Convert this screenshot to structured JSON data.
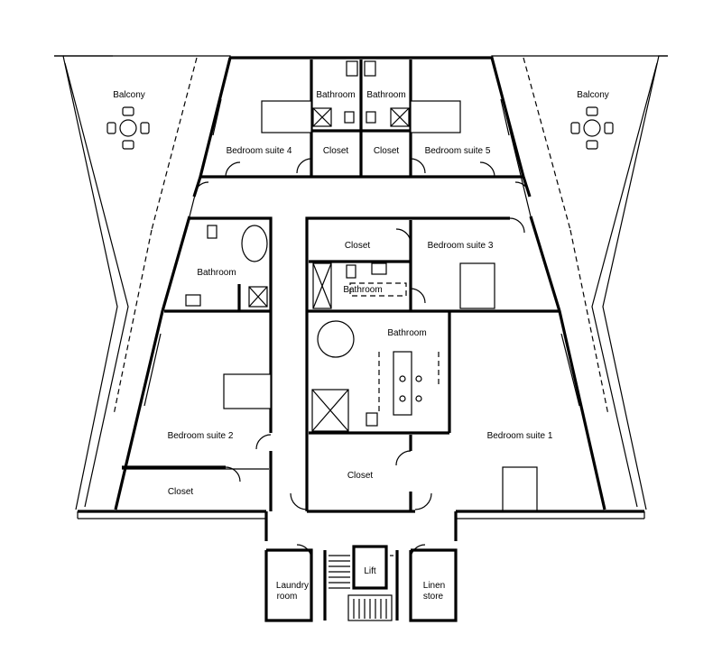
{
  "rooms": {
    "balcony_left": "Balcony",
    "balcony_right": "Balcony",
    "bedroom_suite_4": "Bedroom suite 4",
    "bedroom_suite_5": "Bedroom suite 5",
    "bathroom_4": "Bathroom",
    "bathroom_5": "Bathroom",
    "closet_4": "Closet",
    "closet_5": "Closet",
    "bathroom_west": "Bathroom",
    "closet_3": "Closet",
    "bedroom_suite_3": "Bedroom suite 3",
    "bathroom_3": "Bathroom",
    "bathroom_1": "Bathroom",
    "bedroom_suite_2": "Bedroom suite 2",
    "closet_2": "Closet",
    "closet_1": "Closet",
    "bedroom_suite_1": "Bedroom suite 1",
    "laundry_line1": "Laundry",
    "laundry_line2": "room",
    "lift": "Lift",
    "linen_line1": "Linen",
    "linen_line2": "store"
  },
  "colors": {
    "line": "#000000",
    "background": "#ffffff"
  }
}
